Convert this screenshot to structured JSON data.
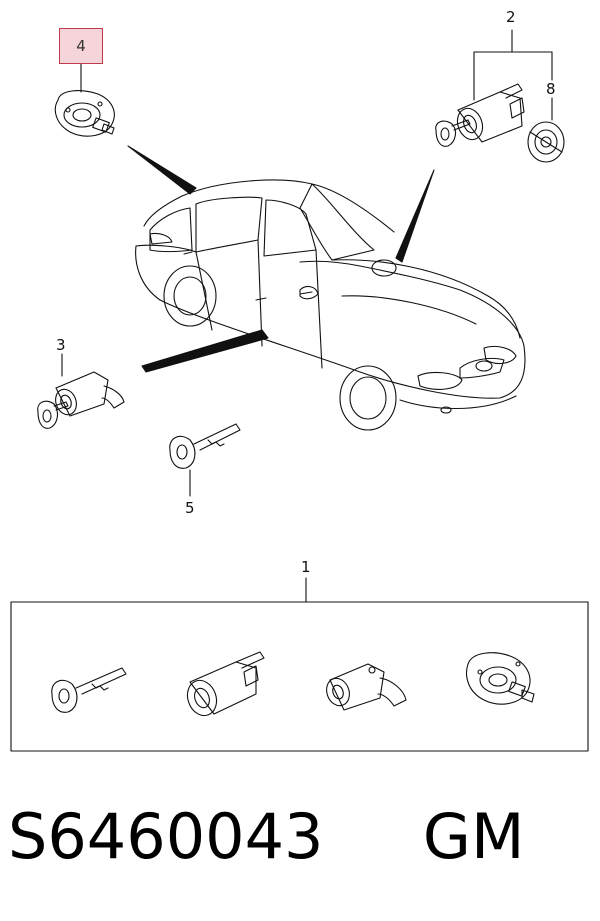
{
  "callouts": {
    "c1": "1",
    "c2": "2",
    "c3": "3",
    "c4": "4",
    "c5": "5",
    "c8": "8"
  },
  "highlight": {
    "color": "#c23a4a",
    "fill": "#f6d5da"
  },
  "footer": {
    "part_number": "S6460043",
    "brand": "GM"
  }
}
